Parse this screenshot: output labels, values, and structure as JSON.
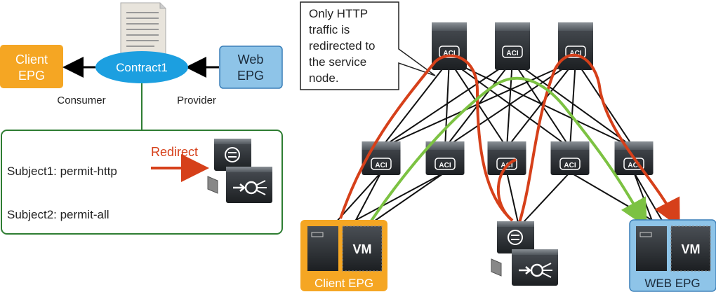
{
  "left_panel": {
    "client_epg": "Client\nEPG",
    "web_epg": "Web\nEPG",
    "contract": "Contract1",
    "consumer": "Consumer",
    "provider": "Provider",
    "subject1": "Subject1: permit-http",
    "subject2": "Subject2: permit-all",
    "redirect": "Redirect"
  },
  "right_panel": {
    "callout": "Only HTTP\ntraffic is\nredirected to\nthe service\nnode.",
    "client_epg": "Client EPG",
    "web_epg": "WEB EPG",
    "vm_label": "VM",
    "aci_label": "ACI"
  },
  "colors": {
    "client_orange": "#f5a623",
    "web_blue": "#8ec4e8",
    "contract_blue": "#1c9fe0",
    "redirect_red": "#d6401a",
    "path_green": "#7cc242",
    "subject_green": "#2e7d32"
  }
}
